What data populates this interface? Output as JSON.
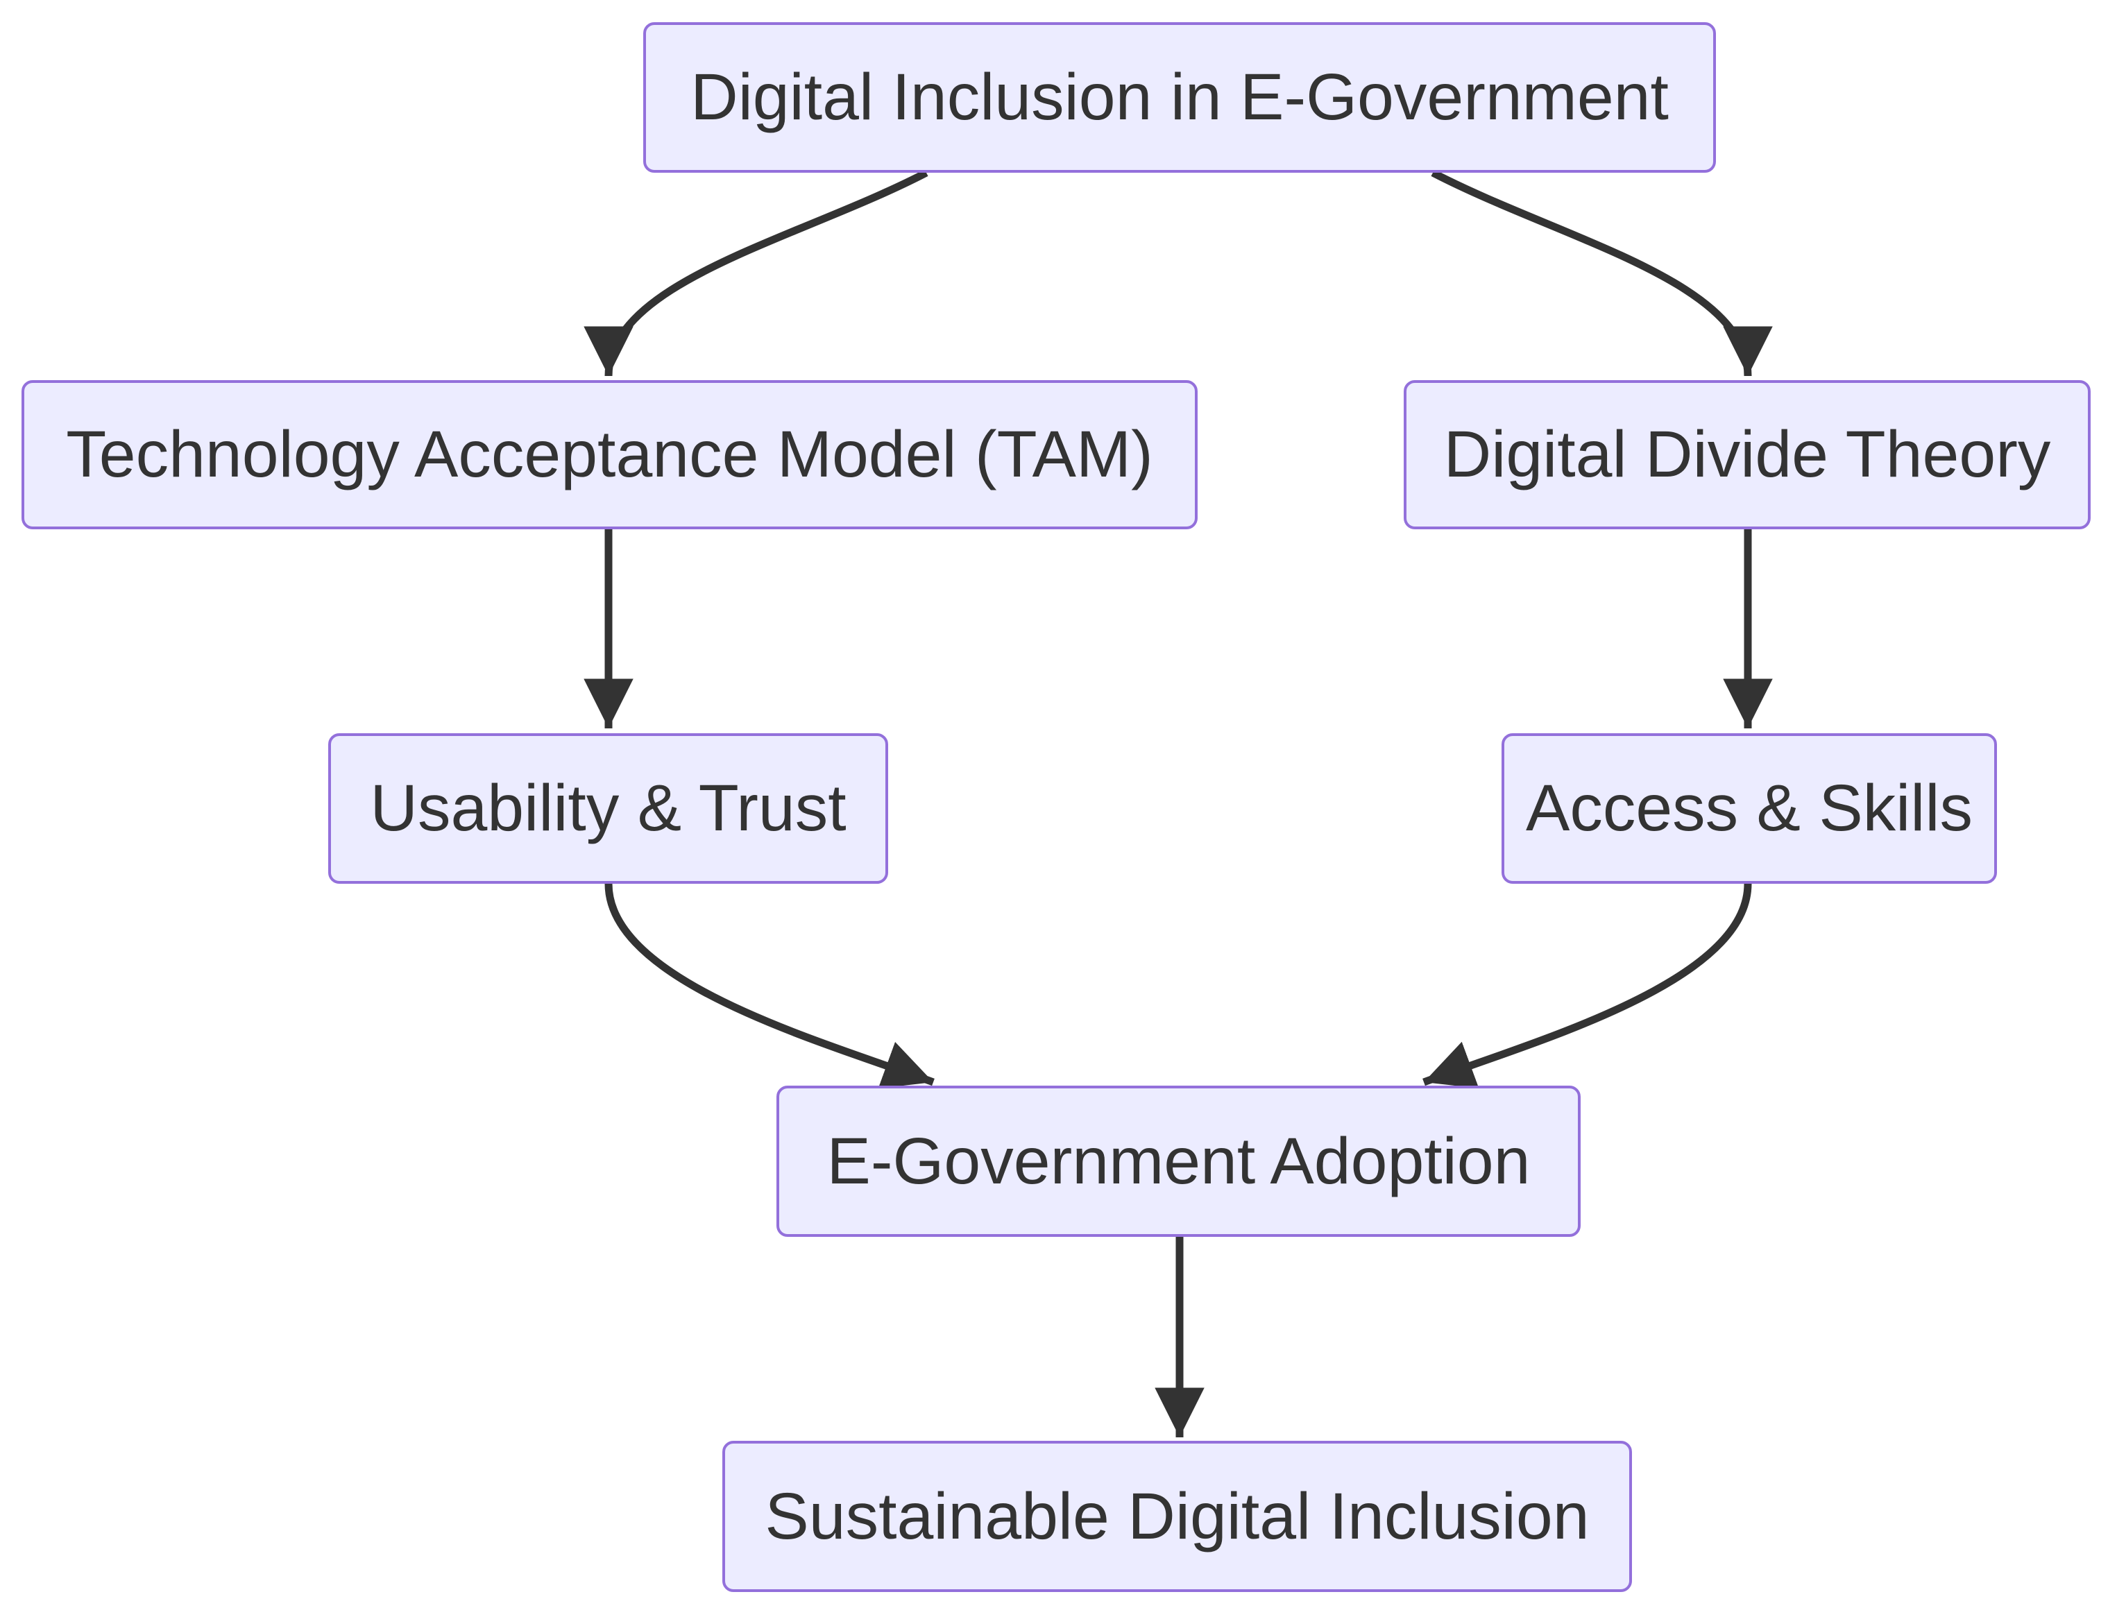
{
  "diagram": {
    "type": "flowchart",
    "orientation": "top-down",
    "colors": {
      "node_fill": "#ECECFF",
      "node_border": "#9370DB",
      "edge_line": "#333333",
      "node_text": "#333333",
      "background": "#FFFFFF"
    },
    "nodes": [
      {
        "id": "A",
        "label": "Digital Inclusion in E-Government"
      },
      {
        "id": "B",
        "label": "Technology Acceptance Model (TAM)"
      },
      {
        "id": "C",
        "label": "Digital Divide Theory"
      },
      {
        "id": "D",
        "label": "Usability & Trust"
      },
      {
        "id": "E",
        "label": "Access & Skills"
      },
      {
        "id": "F",
        "label": "E-Government Adoption"
      },
      {
        "id": "G",
        "label": "Sustainable Digital Inclusion"
      }
    ],
    "edges": [
      {
        "from": "A",
        "to": "B"
      },
      {
        "from": "A",
        "to": "C"
      },
      {
        "from": "B",
        "to": "D"
      },
      {
        "from": "C",
        "to": "E"
      },
      {
        "from": "D",
        "to": "F"
      },
      {
        "from": "E",
        "to": "F"
      },
      {
        "from": "F",
        "to": "G"
      }
    ]
  }
}
